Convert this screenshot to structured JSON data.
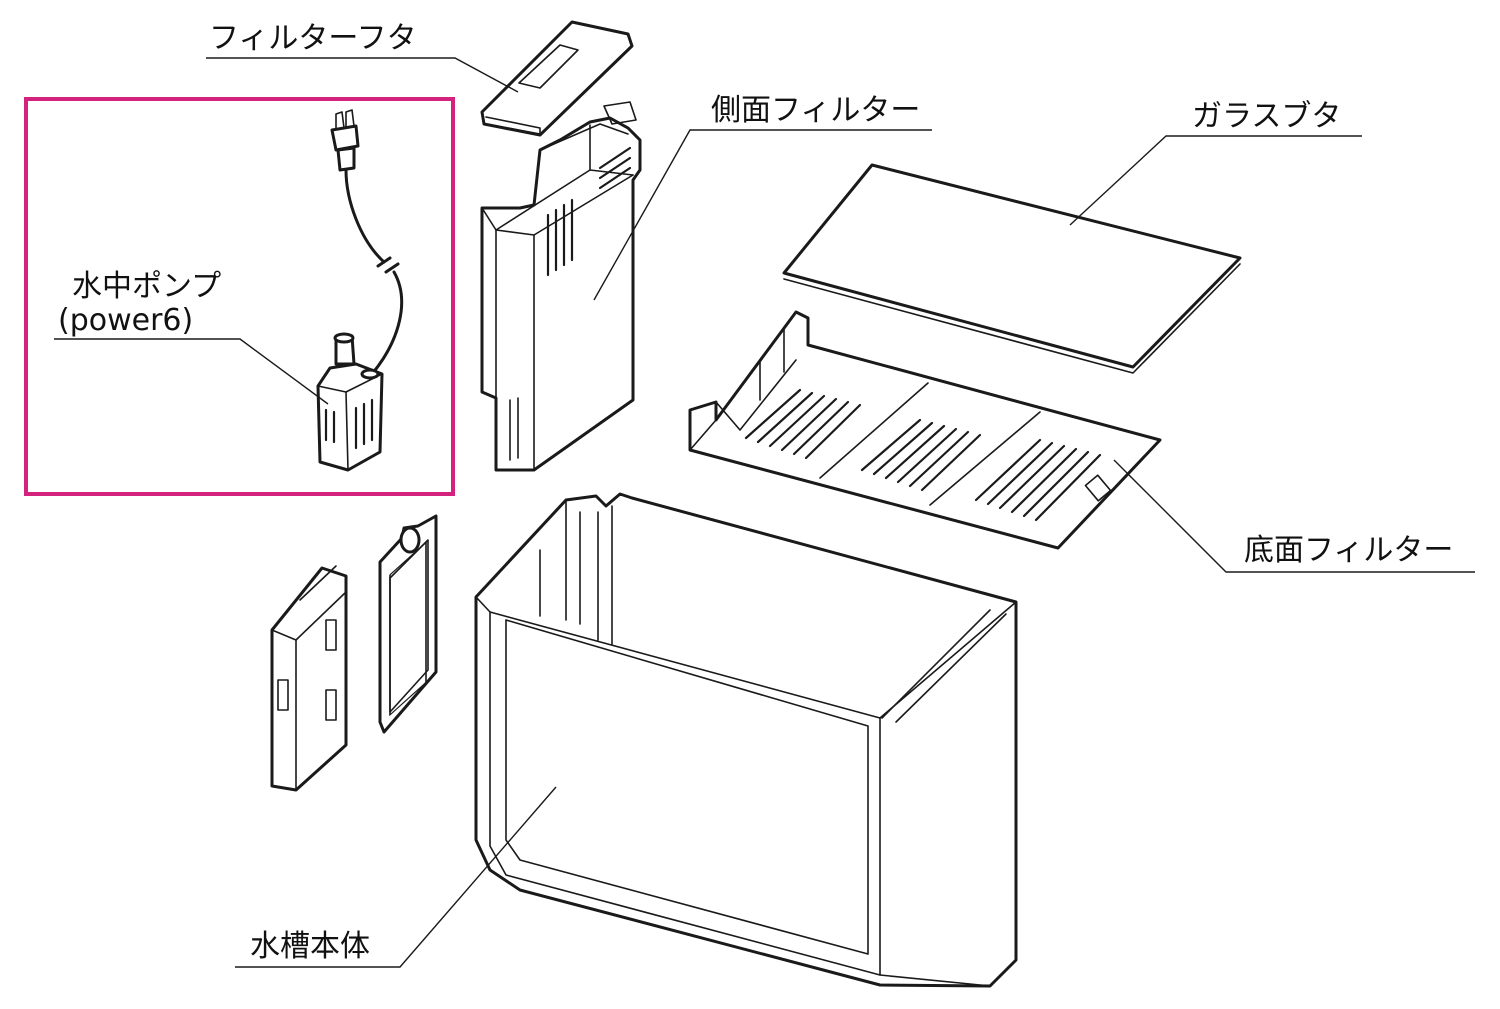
{
  "labels": {
    "filter_lid": "フィルターフタ",
    "side_filter": "側面フィルター",
    "glass_lid": "ガラスブタ",
    "pump_name": "水中ポンプ",
    "pump_model": "(power6)",
    "bottom_filter": "底面フィルター",
    "tank_body": "水槽本体"
  },
  "colors": {
    "highlight": "#d4237f",
    "line": "#1a1a1a"
  }
}
